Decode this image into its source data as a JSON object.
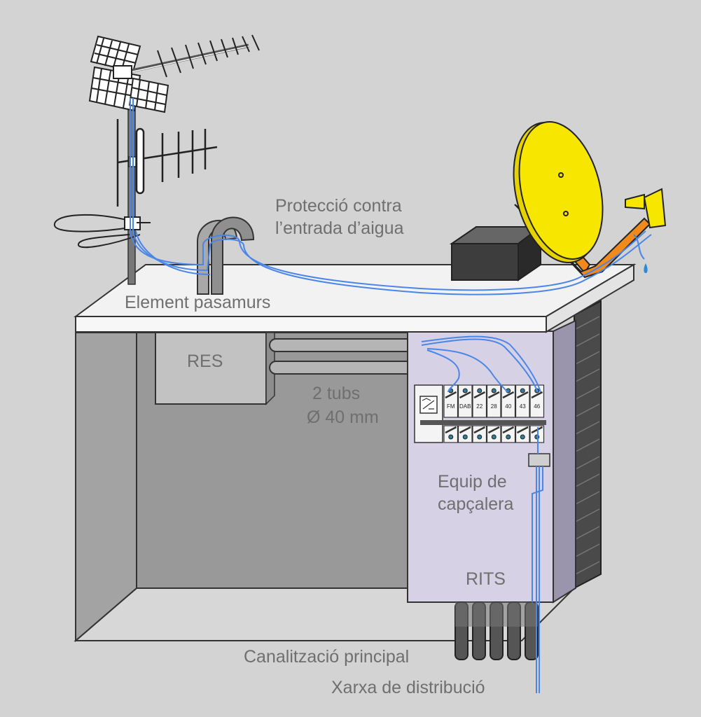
{
  "labels": {
    "water_protection_line1": "Protecció contra",
    "water_protection_line2": "l’entrada d’aigua",
    "wall_passage": "Element pasamurs",
    "res": "RES",
    "tubes_line1": "2 tubs",
    "tubes_line2": "Ø 40 mm",
    "headend_line1": "Equip de",
    "headend_line2": "capçalera",
    "rits": "RITS",
    "main_conduit": "Canalització principal",
    "distribution_network": "Xarxa de distribució"
  },
  "headend_modules": [
    "FM",
    "DAB",
    "22",
    "28",
    "40",
    "43",
    "46"
  ],
  "colors": {
    "background": "#d3d3d3",
    "cable": "#4a86e8",
    "rits_cabinet": "#d7d1e6",
    "dish": "#f7e600",
    "dish_arm": "#f08a1c",
    "label_text": "#6f6f6f"
  }
}
